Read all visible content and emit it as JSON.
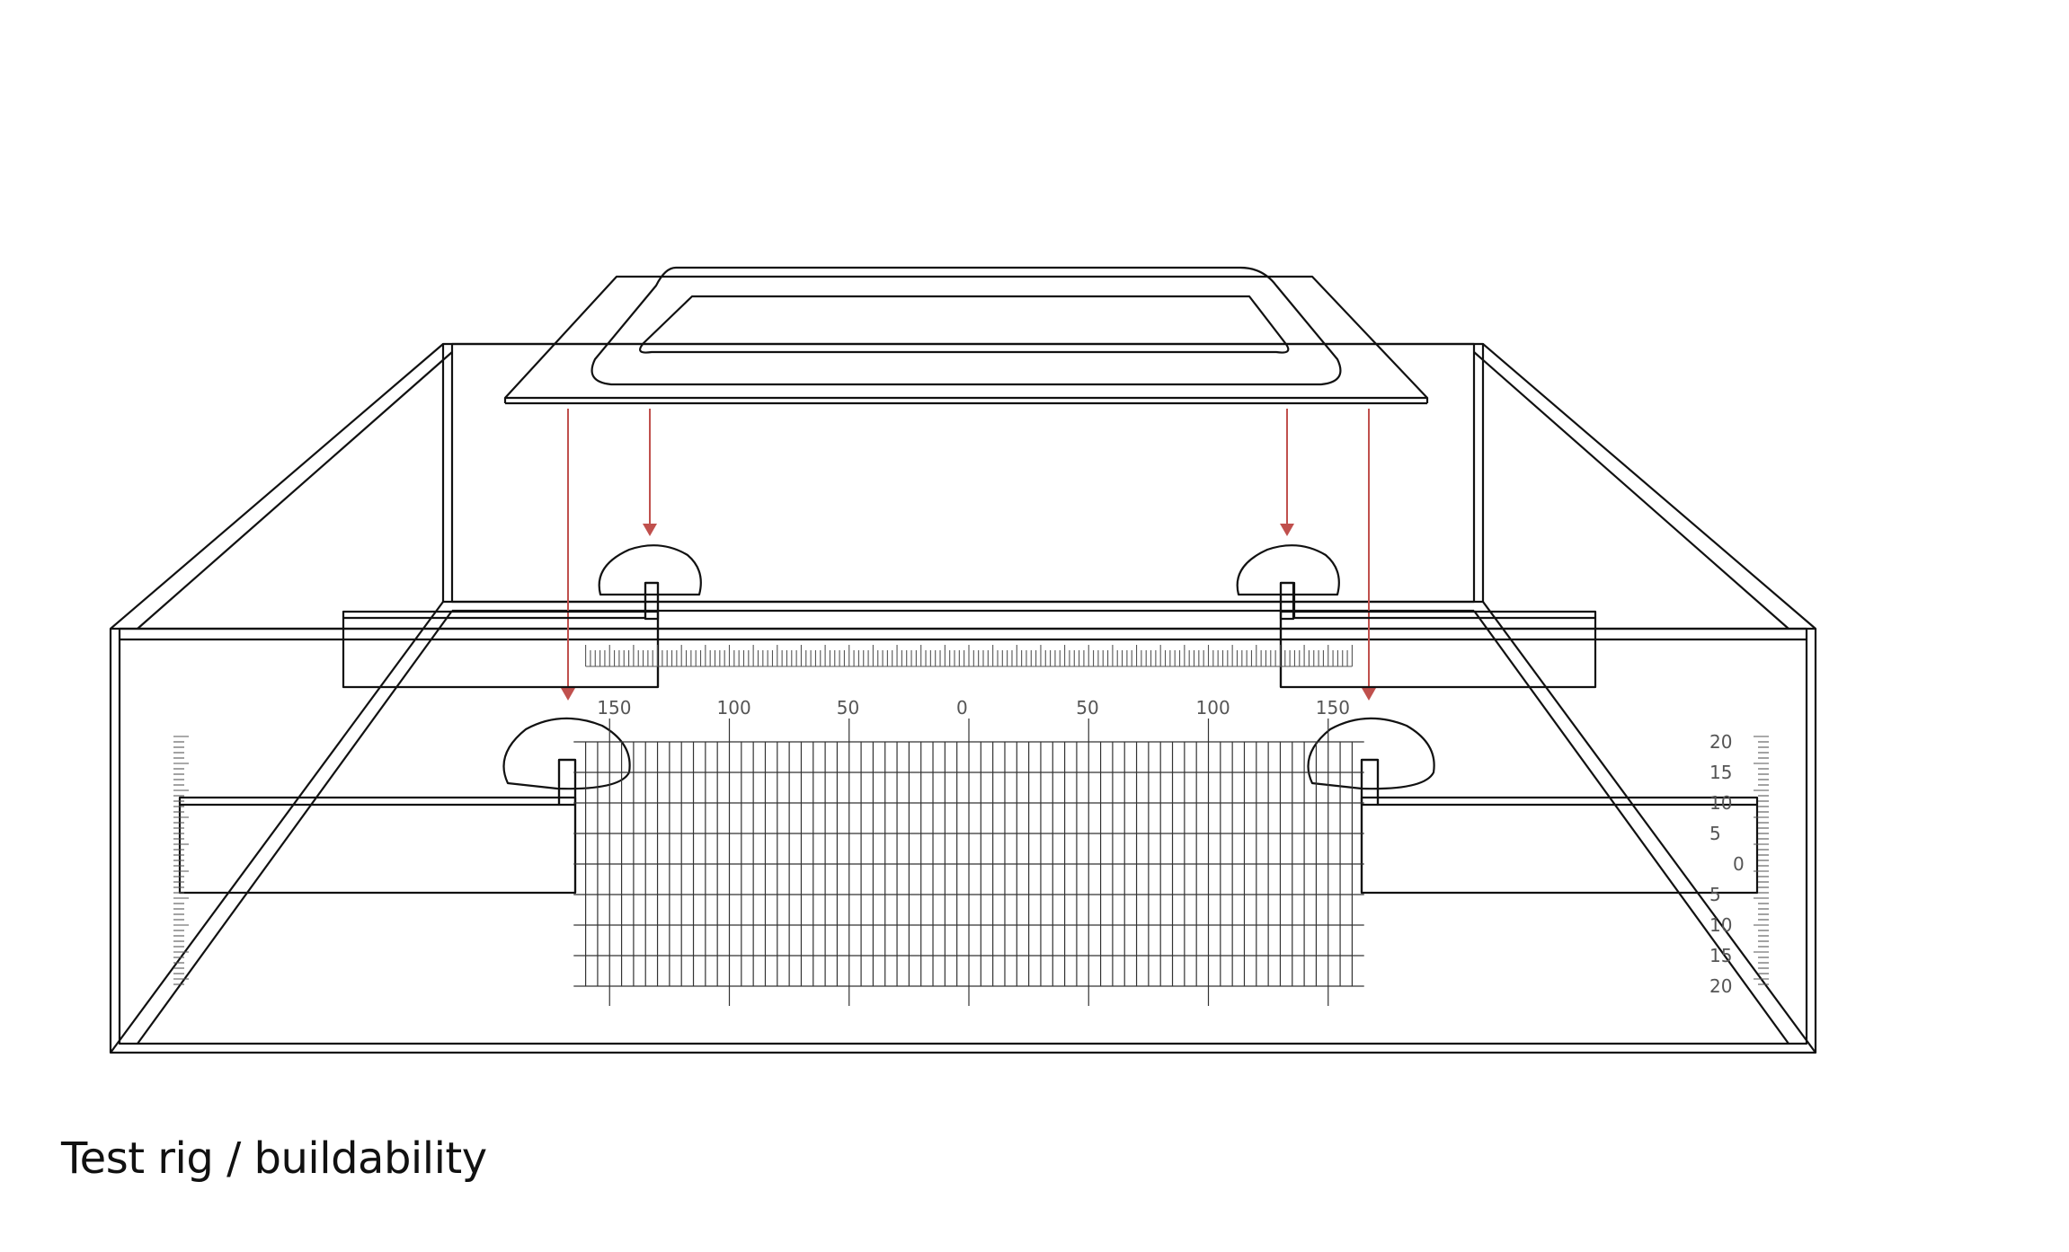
{
  "caption": "Test rig / buildability",
  "colors": {
    "ink": "#111111",
    "arrow": "#c0504d",
    "scale": "#555555"
  },
  "scale": {
    "x_labels": [
      "150",
      "100",
      "50",
      "0",
      "50",
      "100",
      "150"
    ],
    "y_labels": [
      "20",
      "15",
      "10",
      "5",
      "0",
      "5",
      "10",
      "15",
      "20"
    ]
  }
}
